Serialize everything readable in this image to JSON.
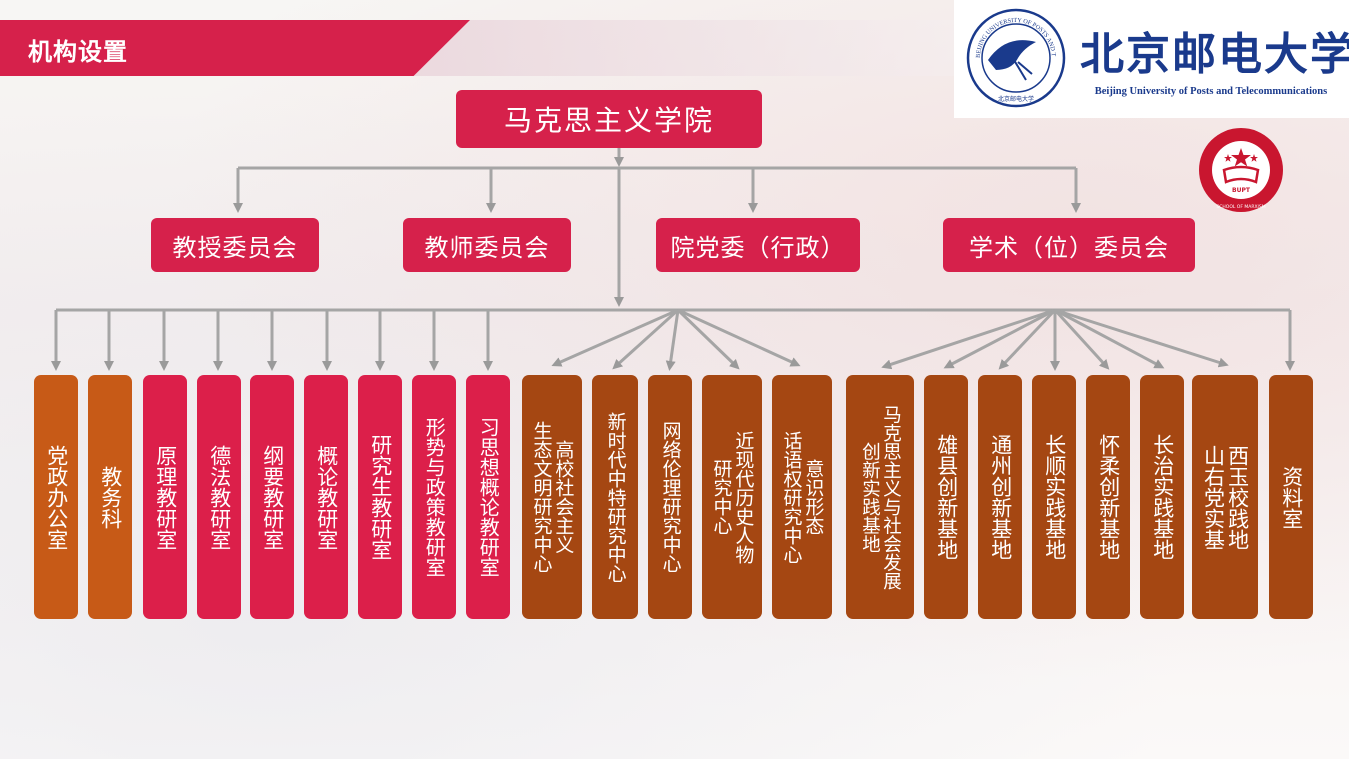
{
  "header": {
    "title": "机构设置"
  },
  "logo": {
    "seal_text": "BEIJING UNIVERSITY OF POSTS AND TELECOMMUNICATIONS",
    "seal_subtext": "北京邮电大学",
    "name_cn": "北京邮电大学",
    "name_en": "Beijing University of Posts and Telecommunications",
    "emblem_text": "BUPT",
    "emblem_subtext": "SCHOOL OF MARXISM"
  },
  "colors": {
    "primary_red": "#d6214b",
    "orange": "#c75a17",
    "brown": "#a54712",
    "logo_blue": "#1a3a8c"
  },
  "org": {
    "root": "马克思主义学院",
    "committees": [
      "教授委员会",
      "教师委员会",
      "院党委（行政）",
      "学术（位）委员会"
    ],
    "units": [
      {
        "cols": [
          "党政办公室"
        ],
        "color": "orange"
      },
      {
        "cols": [
          "教务科"
        ],
        "color": "orange"
      },
      {
        "cols": [
          "原理教研室"
        ],
        "color": "red"
      },
      {
        "cols": [
          "德法教研室"
        ],
        "color": "red"
      },
      {
        "cols": [
          "纲要教研室"
        ],
        "color": "red"
      },
      {
        "cols": [
          "概论教研室"
        ],
        "color": "red"
      },
      {
        "cols": [
          "研究生教研室"
        ],
        "color": "red"
      },
      {
        "cols": [
          "形势与政策教研室"
        ],
        "color": "red"
      },
      {
        "cols": [
          "习思想概论教研室"
        ],
        "color": "red"
      },
      {
        "cols": [
          "高校社会主义",
          "生态文明研究中心"
        ],
        "color": "brown"
      },
      {
        "cols": [
          "新时代中特研究中心"
        ],
        "color": "brown"
      },
      {
        "cols": [
          "网络伦理研究中心"
        ],
        "color": "brown"
      },
      {
        "cols": [
          "近现代历史人物",
          "研究中心"
        ],
        "color": "brown"
      },
      {
        "cols": [
          "意识形态",
          "话语权研究中心"
        ],
        "color": "brown"
      },
      {
        "cols": [
          "马克思主义与社会发展",
          "创新实践基地"
        ],
        "color": "brown"
      },
      {
        "cols": [
          "雄县创新基地"
        ],
        "color": "brown"
      },
      {
        "cols": [
          "通州创新基地"
        ],
        "color": "brown"
      },
      {
        "cols": [
          "长顺实践基地"
        ],
        "color": "brown"
      },
      {
        "cols": [
          "怀柔创新基地"
        ],
        "color": "brown"
      },
      {
        "cols": [
          "长治实践基地"
        ],
        "color": "brown"
      },
      {
        "cols": [
          "西玉校践地",
          "山右党实基"
        ],
        "color": "brown"
      },
      {
        "cols": [
          "资料室"
        ],
        "color": "brown"
      }
    ]
  }
}
